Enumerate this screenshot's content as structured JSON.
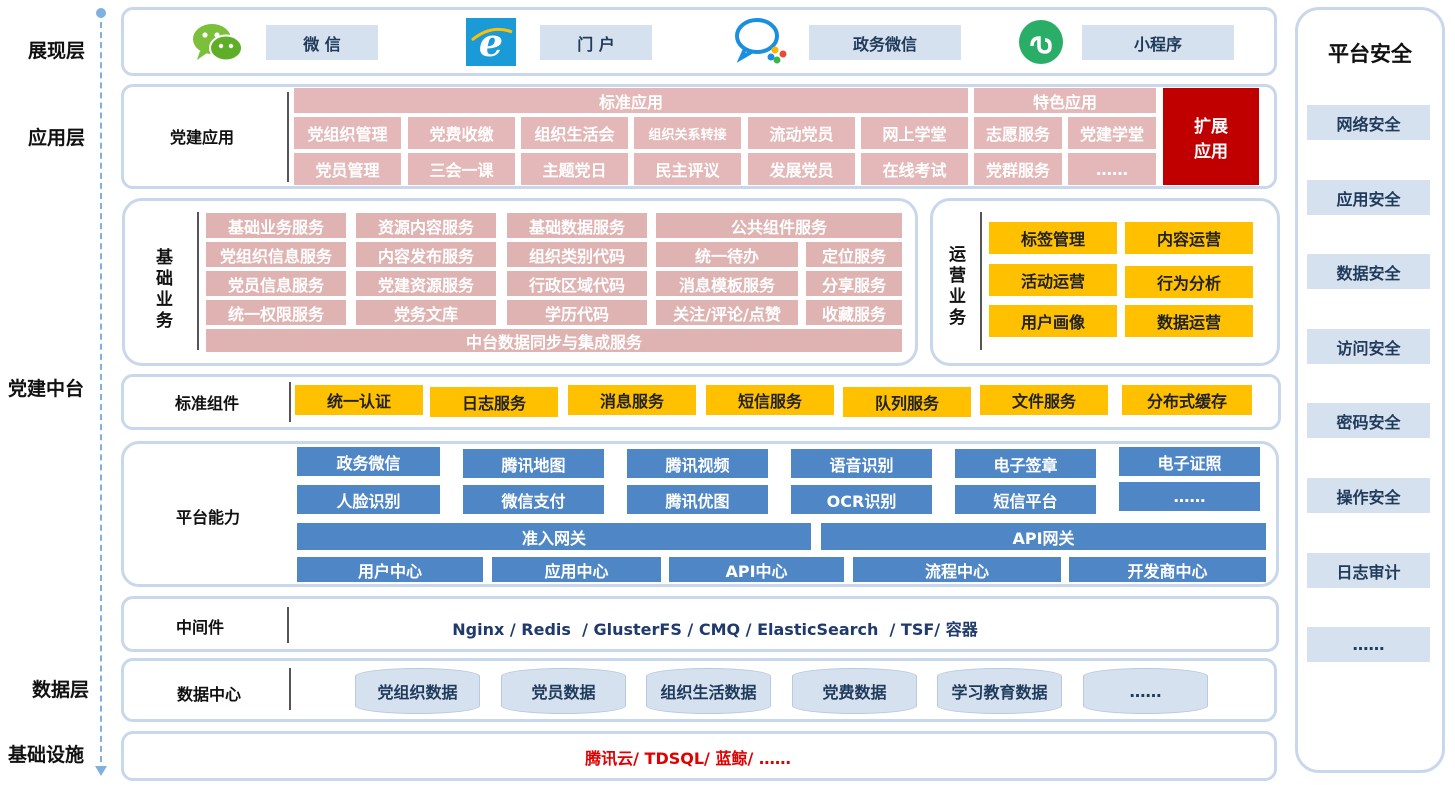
{
  "layers": {
    "presentation": "展现层",
    "application": "应用层",
    "middle_platform": "党建中台",
    "data": "数据层",
    "infrastructure": "基础设施"
  },
  "presentation": {
    "channels": [
      {
        "icon": "wechat-icon",
        "label": "微 信"
      },
      {
        "icon": "ie-browser-icon",
        "label": "门 户"
      },
      {
        "icon": "gov-wechat-icon",
        "label": "政务微信"
      },
      {
        "icon": "mini-program-icon",
        "label": "小程序"
      }
    ]
  },
  "application": {
    "label": "党建应用",
    "standard_header": "标准应用",
    "feature_header": "特色应用",
    "standard_row1": [
      "党组织管理",
      "党费收缴",
      "组织生活会",
      "组织关系转接",
      "流动党员",
      "网上学堂"
    ],
    "standard_row2": [
      "党员管理",
      "三会一课",
      "主题党日",
      "民主评议",
      "发展党员",
      "在线考试"
    ],
    "feature_row1": [
      "志愿服务",
      "党建学堂"
    ],
    "feature_row2": [
      "党群服务",
      "……"
    ],
    "extend_line1": "扩展",
    "extend_line2": "应用"
  },
  "basic_business": {
    "label": "基础业务",
    "headers": [
      "基础业务服务",
      "资源内容服务",
      "基础数据服务",
      "公共组件服务"
    ],
    "row1": [
      "党组织信息服务",
      "内容发布服务",
      "组织类别代码",
      "统一待办",
      "定位服务"
    ],
    "row2": [
      "党员信息服务",
      "党建资源服务",
      "行政区域代码",
      "消息模板服务",
      "分享服务"
    ],
    "row3": [
      "统一权限服务",
      "党务文库",
      "学历代码",
      "关注/评论/点赞",
      "收藏服务"
    ],
    "footer": "中台数据同步与集成服务"
  },
  "operation_business": {
    "label": "运营业务",
    "items": [
      [
        "标签管理",
        "内容运营"
      ],
      [
        "活动运营",
        "行为分析"
      ],
      [
        "用户画像",
        "数据运营"
      ]
    ]
  },
  "standard_components": {
    "label": "标准组件",
    "items": [
      "统一认证",
      "日志服务",
      "消息服务",
      "短信服务",
      "队列服务",
      "文件服务",
      "分布式缓存"
    ]
  },
  "platform_capability": {
    "label": "平台能力",
    "row1": [
      "政务微信",
      "腾讯地图",
      "腾讯视频",
      "语音识别",
      "电子签章",
      "电子证照"
    ],
    "row2": [
      "人脸识别",
      "微信支付",
      "腾讯优图",
      "OCR识别",
      "短信平台",
      "……"
    ],
    "gateways": [
      "准入网关",
      "API网关"
    ],
    "centers": [
      "用户中心",
      "应用中心",
      "API中心",
      "流程中心",
      "开发商中心"
    ]
  },
  "middleware": {
    "label": "中间件",
    "text": "Nginx / Redis  / GlusterFS / CMQ / ElasticSearch  / TSF/ 容器"
  },
  "data_center": {
    "label": "数据中心",
    "items": [
      "党组织数据",
      "党员数据",
      "组织生活数据",
      "党费数据",
      "学习教育数据",
      "……"
    ]
  },
  "infrastructure": {
    "text": "腾讯云/ TDSQL/ 蓝鲸/ ……"
  },
  "security": {
    "title": "平台安全",
    "items": [
      "网络安全",
      "应用安全",
      "数据安全",
      "访问安全",
      "密码安全",
      "操作安全",
      "日志审计",
      "……"
    ]
  },
  "colors": {
    "panel_border": "#c9d7ec",
    "pink": "#e4b8b8",
    "gold": "#ffc000",
    "blue": "#4f86c6",
    "red": "#c00000",
    "gray": "#d6e1ef",
    "infra_text": "#e00000",
    "middleware_text": "#1f3a6b"
  }
}
